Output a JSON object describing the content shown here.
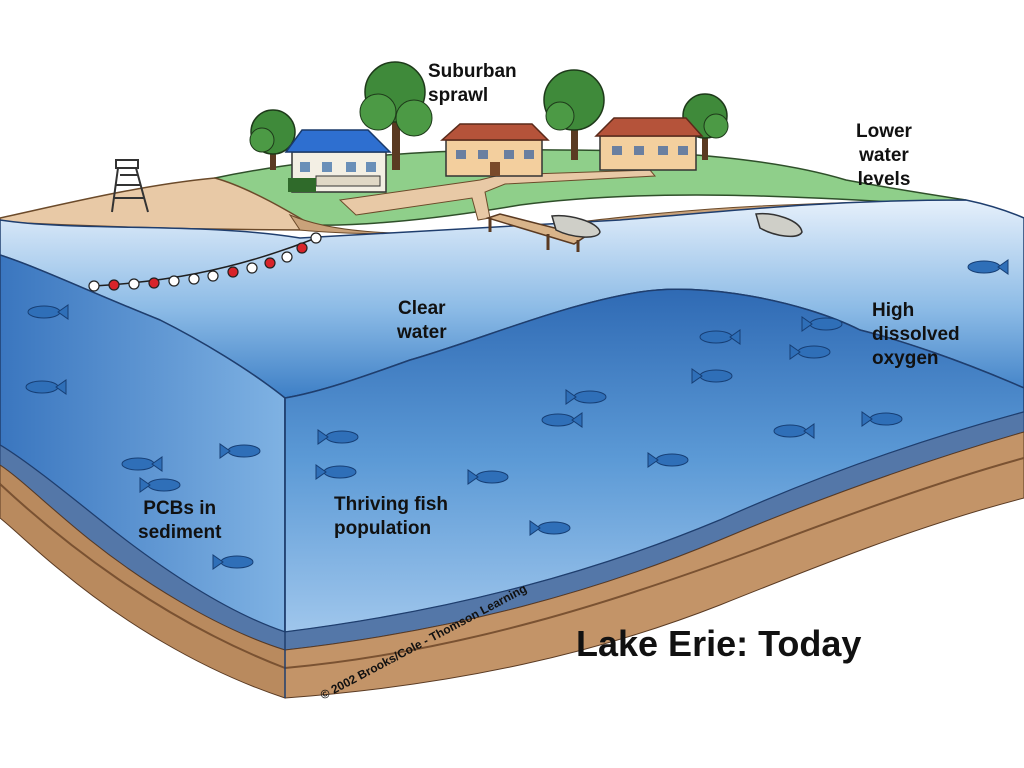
{
  "title": "Lake Erie: Today",
  "copyright": "© 2002 Brooks/Cole - Thomson Learning",
  "labels": {
    "suburban_sprawl": "Suburban\nsprawl",
    "lower_water_levels": "Lower\nwater\nlevels",
    "clear_water": "Clear\nwater",
    "high_dissolved_oxygen": "High\ndissolved\noxygen",
    "pcbs_in_sediment": "PCBs in\nsediment",
    "thriving_fish": "Thriving fish\npopulation"
  },
  "colors": {
    "water_light": "#cfe3f7",
    "water_mid": "#4f8fd0",
    "water_dark": "#2a5fa8",
    "fish": "#2f6fb8",
    "sediment": "#b98a5e",
    "sediment_dark": "#7a5232",
    "clay_band": "#5477a8",
    "sand": "#e8c9a6",
    "grass": "#8fcf8a",
    "house_roof_red": "#b5533a",
    "house_roof_blue": "#2e6fd0",
    "buoy_red": "#d8242a"
  }
}
